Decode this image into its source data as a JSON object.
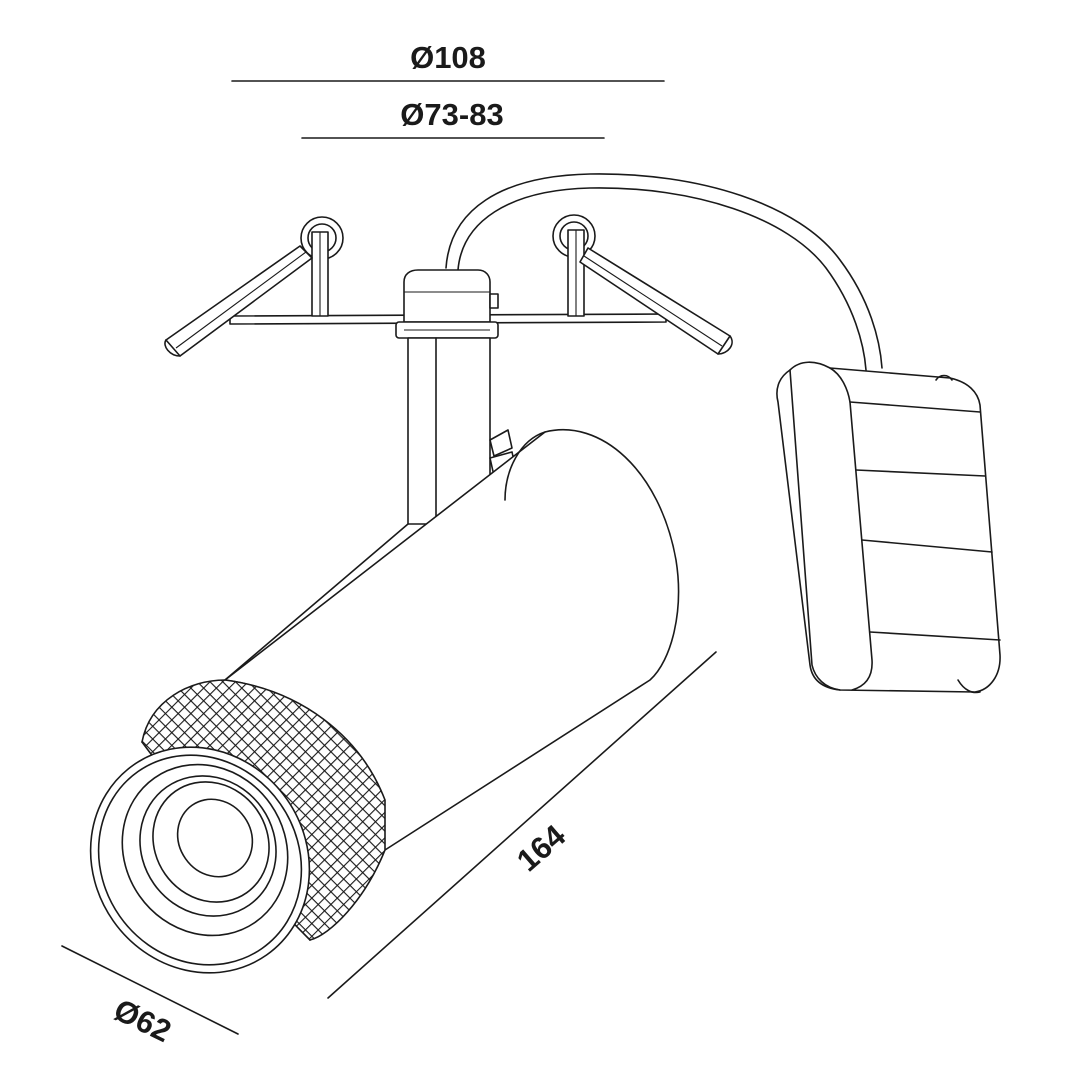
{
  "dimensions": {
    "outer_diameter": "Ø108",
    "cutout_diameter": "Ø73-83",
    "length": "164",
    "head_diameter": "Ø62"
  },
  "colors": {
    "line": "#1a1a1a",
    "background": "#ffffff"
  }
}
